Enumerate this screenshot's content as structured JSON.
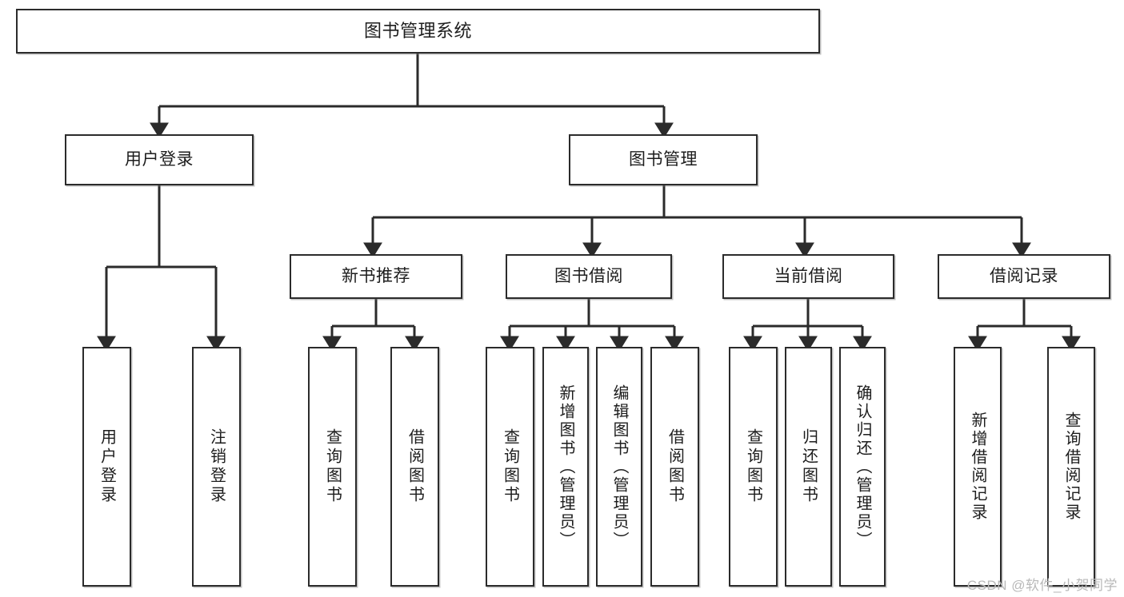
{
  "diagram": {
    "title": "图书管理系统",
    "type": "tree-hierarchy",
    "watermark": "CSDN @软件_小贺同学",
    "colors": {
      "border": "#2b2b2b",
      "background": "#ffffff",
      "text": "#1d1d1d",
      "edge": "#2b2b2b",
      "watermark": "#b9b9b9"
    },
    "levels": {
      "level1": [
        {
          "id": "root",
          "label": "图书管理系统"
        }
      ],
      "level2": [
        {
          "id": "user-login",
          "label": "用户登录",
          "parent": "root"
        },
        {
          "id": "book-manage",
          "label": "图书管理",
          "parent": "root"
        }
      ],
      "level3": [
        {
          "id": "new-book-rec",
          "label": "新书推荐",
          "parent": "book-manage"
        },
        {
          "id": "book-borrow",
          "label": "图书借阅",
          "parent": "book-manage"
        },
        {
          "id": "current-borrow",
          "label": "当前借阅",
          "parent": "book-manage"
        },
        {
          "id": "borrow-record",
          "label": "借阅记录",
          "parent": "book-manage"
        }
      ],
      "leaves": [
        {
          "id": "leaf-user-login",
          "label": "用户登录",
          "parent": "user-login"
        },
        {
          "id": "leaf-user-logout",
          "label": "注销登录",
          "parent": "user-login"
        },
        {
          "id": "leaf-query-book-1",
          "label": "查询图书",
          "parent": "new-book-rec"
        },
        {
          "id": "leaf-borrow-book-1",
          "label": "借阅图书",
          "parent": "new-book-rec"
        },
        {
          "id": "leaf-query-book-2",
          "label": "查询图书",
          "parent": "book-borrow"
        },
        {
          "id": "leaf-add-book",
          "label": "新增图书（管理员）",
          "parent": "book-borrow"
        },
        {
          "id": "leaf-edit-book",
          "label": "编辑图书（管理员）",
          "parent": "book-borrow"
        },
        {
          "id": "leaf-borrow-book-2",
          "label": "借阅图书",
          "parent": "book-borrow"
        },
        {
          "id": "leaf-query-book-3",
          "label": "查询图书",
          "parent": "current-borrow"
        },
        {
          "id": "leaf-return-book",
          "label": "归还图书",
          "parent": "current-borrow"
        },
        {
          "id": "leaf-confirm-return",
          "label": "确认归还（管理员）",
          "parent": "current-borrow"
        },
        {
          "id": "leaf-add-record",
          "label": "新增借阅记录",
          "parent": "borrow-record"
        },
        {
          "id": "leaf-query-record",
          "label": "查询借阅记录",
          "parent": "borrow-record"
        }
      ]
    }
  }
}
